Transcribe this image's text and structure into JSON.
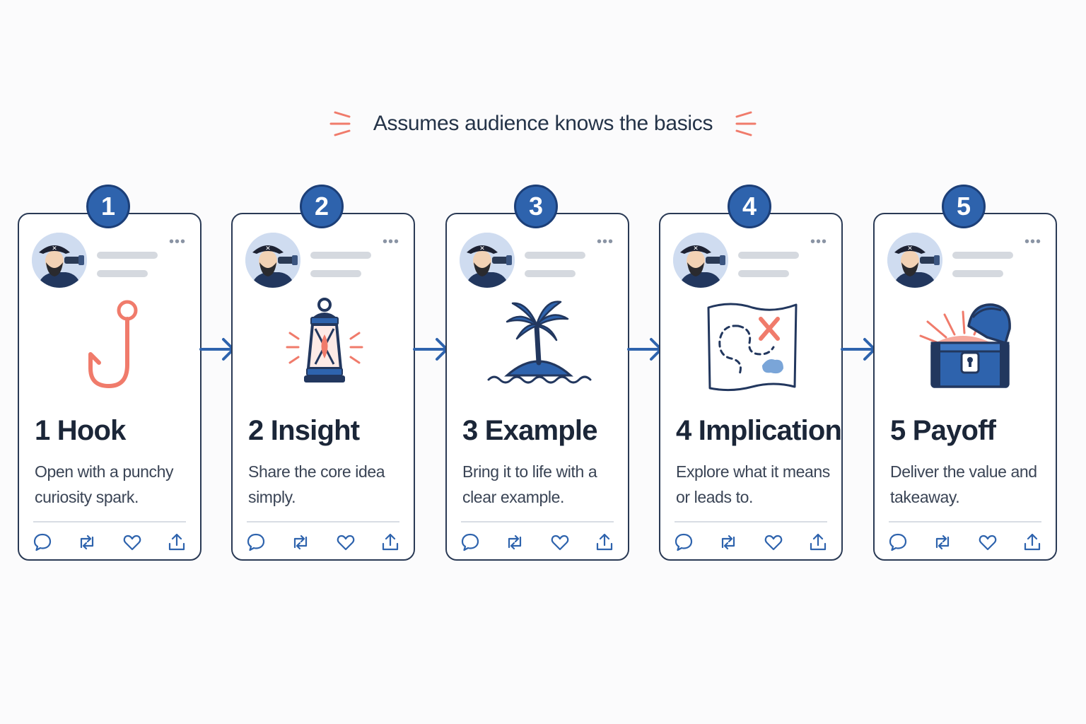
{
  "banner": {
    "text": "Assumes audience knows the basics"
  },
  "steps": [
    {
      "number": "1",
      "title": "1 Hook",
      "description": "Open with a punchy curiosity spark.",
      "illustration": "hook-icon"
    },
    {
      "number": "2",
      "title": "2 Insight",
      "description": "Share the core idea simply.",
      "illustration": "lantern-icon"
    },
    {
      "number": "3",
      "title": "3 Example",
      "description": "Bring it to life with a clear example.",
      "illustration": "island-icon"
    },
    {
      "number": "4",
      "title": "4 Implication",
      "description": "Explore what it means or leads to.",
      "illustration": "treasure-map-icon"
    },
    {
      "number": "5",
      "title": "5 Payoff",
      "description": "Deliver the value and takeaway.",
      "illustration": "treasure-chest-icon"
    }
  ],
  "more_label": "•••",
  "actions": [
    "reply-icon",
    "repost-icon",
    "like-icon",
    "share-icon"
  ],
  "colors": {
    "primary": "#2e63ad",
    "accent": "#f07b6b",
    "ink": "#1b2638"
  }
}
